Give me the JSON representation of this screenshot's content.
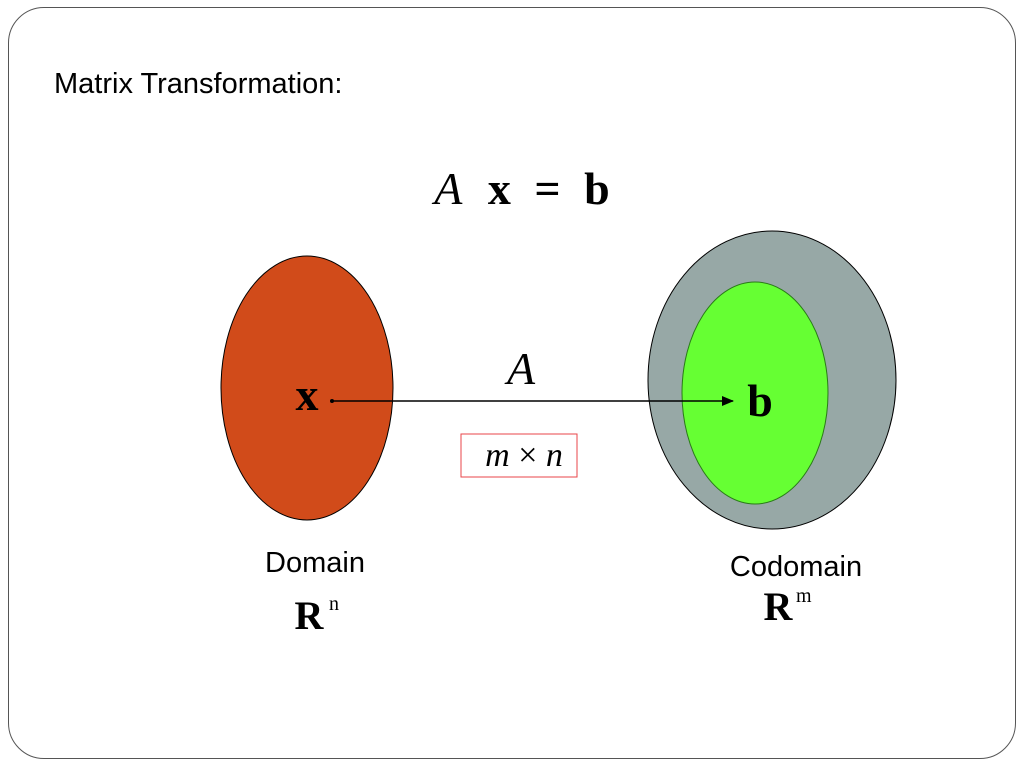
{
  "title": "Matrix Transformation:",
  "equation": {
    "matrix": "A",
    "vector": "x",
    "equals": "=",
    "result": "b"
  },
  "domain": {
    "point_label": "x",
    "label": "Domain",
    "space_symbol": "R",
    "space_exponent": "n"
  },
  "codomain": {
    "point_label": "b",
    "label": "Codomain",
    "space_symbol": "R",
    "space_exponent": "m"
  },
  "mapping": {
    "label": "A",
    "size_m": "m",
    "size_times": "×",
    "size_n": "n"
  },
  "colors": {
    "domain_fill": "#d14b1a",
    "codomain_fill": "#97a8a6",
    "range_fill": "#66ff33",
    "size_box_border": "#e8454a"
  }
}
